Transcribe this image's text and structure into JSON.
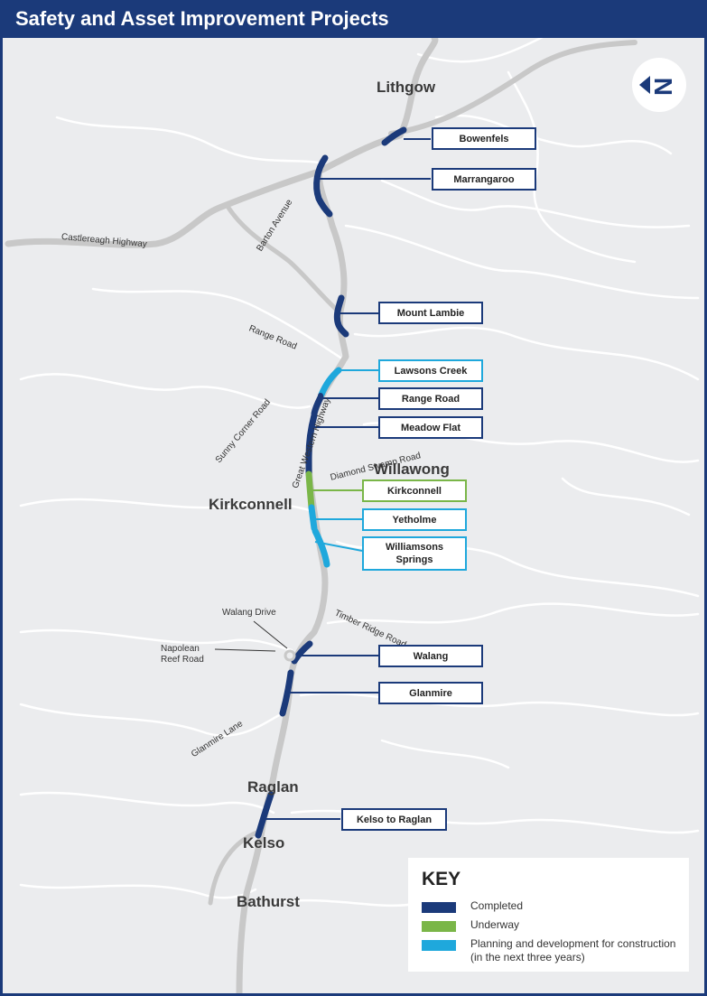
{
  "title": "Safety and Asset Improvement Projects",
  "colors": {
    "completed": "#1b3a7a",
    "underway": "#7ab648",
    "planning": "#1fa8dc",
    "road": "#c8c8c8",
    "minor_road": "#ffffff",
    "background": "#ebecee"
  },
  "north_arrow": {
    "icon": "north-arrow-icon",
    "letter": "N"
  },
  "places": {
    "lithgow": "Lithgow",
    "willawong": "Willawong",
    "kirkconnell": "Kirkconnell",
    "raglan": "Raglan",
    "kelso": "Kelso",
    "bathurst": "Bathurst"
  },
  "roads": {
    "castlereagh": "Castlereagh Highway",
    "barton": "Barton Avenue",
    "range": "Range Road",
    "sunny_corner": "Sunny Corner Road",
    "great_western": "Great Western Highway",
    "diamond_swamp": "Diamond Swamp Road",
    "walang_drive": "Walang Drive",
    "napolean_reef": "Napolean\nReef Road",
    "timber_ridge": "Timber Ridge Road",
    "glanmire_lane": "Glanmire Lane"
  },
  "projects": [
    {
      "name": "Bowenfels",
      "status": "completed"
    },
    {
      "name": "Marrangaroo",
      "status": "completed"
    },
    {
      "name": "Mount Lambie",
      "status": "completed"
    },
    {
      "name": "Lawsons Creek",
      "status": "planning"
    },
    {
      "name": "Range Road",
      "status": "completed"
    },
    {
      "name": "Meadow Flat",
      "status": "completed"
    },
    {
      "name": "Kirkconnell",
      "status": "underway"
    },
    {
      "name": "Yetholme",
      "status": "planning"
    },
    {
      "name": "Williamsons Springs",
      "status": "planning"
    },
    {
      "name": "Walang",
      "status": "completed"
    },
    {
      "name": "Glanmire",
      "status": "completed"
    },
    {
      "name": "Kelso to Raglan",
      "status": "completed"
    }
  ],
  "key": {
    "title": "KEY",
    "items": [
      {
        "label": "Completed",
        "status": "completed"
      },
      {
        "label": "Underway",
        "status": "underway"
      },
      {
        "label": "Planning and development for construction (in the next three years)",
        "status": "planning"
      }
    ]
  }
}
